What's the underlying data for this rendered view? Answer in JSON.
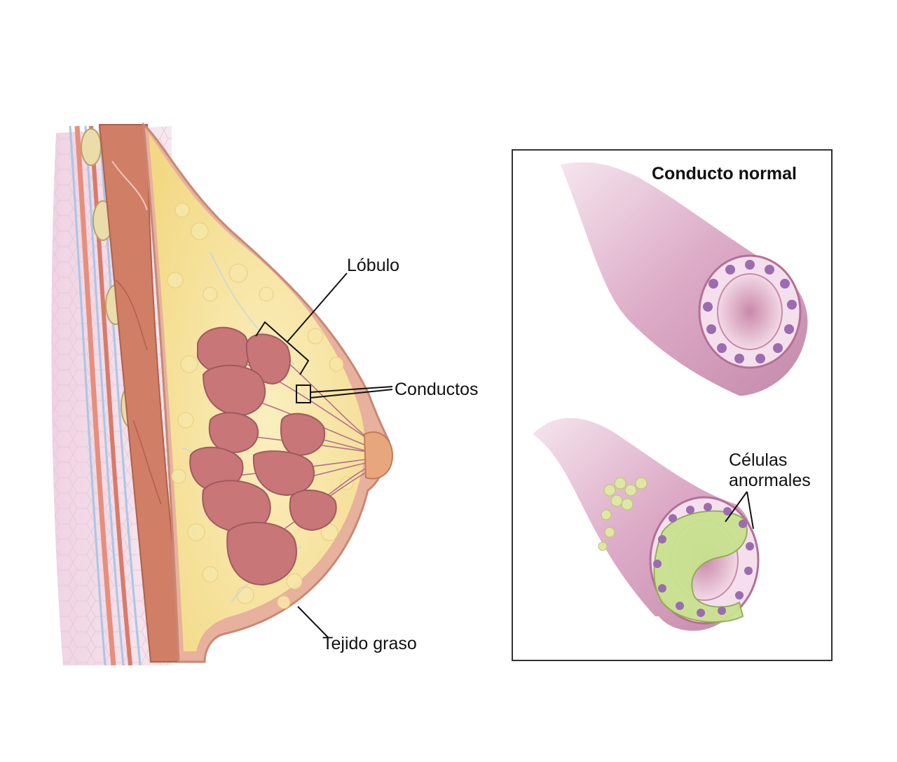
{
  "labels": {
    "lobulo": "Lóbulo",
    "conductos": "Conductos",
    "tejido_graso": "Tejido graso",
    "conducto_normal": "Conducto normal",
    "celulas_line1": "Células",
    "celulas_line2": "anormales"
  },
  "colors": {
    "skin": "#e9b8a5",
    "skin_edge": "#c98872",
    "fat": "#f7e39a",
    "fat_light": "#fbefbf",
    "lobule": "#c9787a",
    "lobule_dark": "#a35a60",
    "muscle": "#cf7a60",
    "duct": "#e7bfd3",
    "duct_dark": "#b77b9e",
    "cell": "#f4e3ee",
    "nucleus": "#9b6bb0",
    "abnormal": "#c8e28f",
    "rib": "#e8dcae",
    "nipple": "#e7a77e"
  }
}
